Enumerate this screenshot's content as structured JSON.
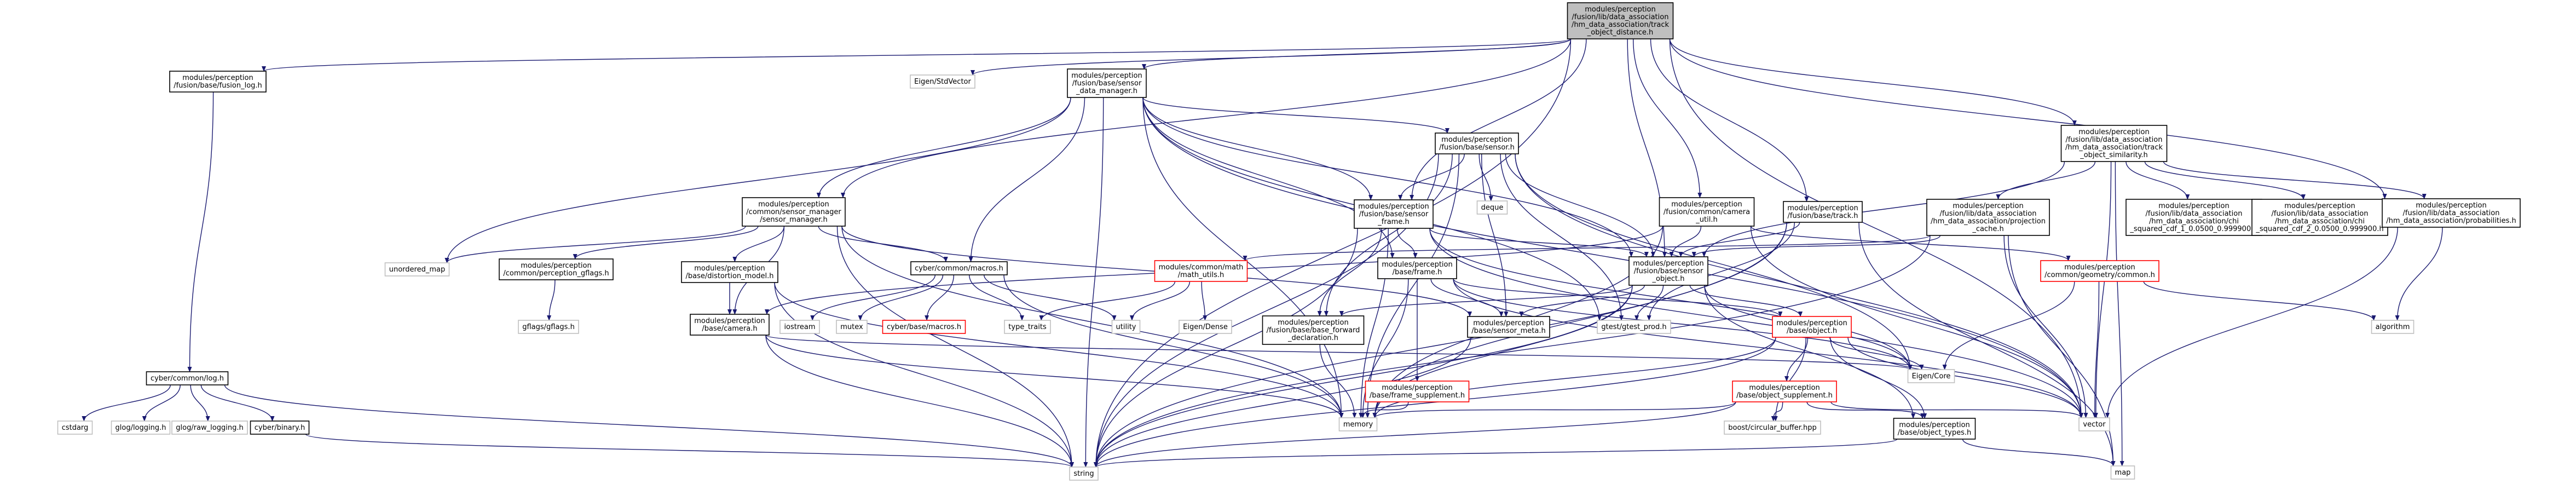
{
  "colors": {
    "edge": "#191970",
    "node_border": "#000000",
    "root_fill": "#bfbfbf",
    "missing_border": "#bfbfbf",
    "truncated_border": "#ff0000",
    "fill": "#ffffff"
  },
  "nodes": [
    {
      "id": "root",
      "kind": "root",
      "lines": [
        "modules/perception",
        "/fusion/lib/data_association",
        "/hm_data_association/track",
        "_object_distance.h"
      ]
    },
    {
      "id": "fusion_log",
      "kind": "normal",
      "lines": [
        "modules/perception",
        "/fusion/base/fusion_log.h"
      ]
    },
    {
      "id": "eigen_stdvector",
      "kind": "missing",
      "lines": [
        "Eigen/StdVector"
      ]
    },
    {
      "id": "sensor_data_manager",
      "kind": "normal",
      "lines": [
        "modules/perception",
        "/fusion/base/sensor",
        "_data_manager.h"
      ]
    },
    {
      "id": "track_object_similarity",
      "kind": "normal",
      "lines": [
        "modules/perception",
        "/fusion/lib/data_association",
        "/hm_data_association/track",
        "_object_similarity.h"
      ]
    },
    {
      "id": "sensor_h",
      "kind": "normal",
      "lines": [
        "modules/perception",
        "/fusion/base/sensor.h"
      ]
    },
    {
      "id": "deque",
      "kind": "missing",
      "lines": [
        "deque"
      ]
    },
    {
      "id": "camera_util",
      "kind": "normal",
      "lines": [
        "modules/perception",
        "/fusion/common/camera",
        "_util.h"
      ]
    },
    {
      "id": "track_h",
      "kind": "normal",
      "lines": [
        "modules/perception",
        "/fusion/base/track.h"
      ]
    },
    {
      "id": "projection_cache",
      "kind": "normal",
      "lines": [
        "modules/perception",
        "/fusion/lib/data_association",
        "/hm_data_association/projection",
        "_cache.h"
      ]
    },
    {
      "id": "chi_squared_1",
      "kind": "normal",
      "lines": [
        "modules/perception",
        "/fusion/lib/data_association",
        "/hm_data_association/chi",
        "_squared_cdf_1_0.0500_0.999900.h"
      ]
    },
    {
      "id": "chi_squared_2",
      "kind": "normal",
      "lines": [
        "modules/perception",
        "/fusion/lib/data_association",
        "/hm_data_association/chi",
        "_squared_cdf_2_0.0500_0.999900.h"
      ]
    },
    {
      "id": "probabilities",
      "kind": "normal",
      "lines": [
        "modules/perception",
        "/fusion/lib/data_association",
        "/hm_data_association/probabilities.h"
      ]
    },
    {
      "id": "sensor_manager",
      "kind": "normal",
      "lines": [
        "modules/perception",
        "/common/sensor_manager",
        "/sensor_manager.h"
      ]
    },
    {
      "id": "sensor_frame",
      "kind": "normal",
      "lines": [
        "modules/perception",
        "/fusion/base/sensor",
        "_frame.h"
      ]
    },
    {
      "id": "sensor_object",
      "kind": "normal",
      "lines": [
        "modules/perception",
        "/fusion/base/sensor",
        "_object.h"
      ]
    },
    {
      "id": "unordered_map",
      "kind": "missing",
      "lines": [
        "unordered_map"
      ]
    },
    {
      "id": "perception_gflags",
      "kind": "normal",
      "lines": [
        "modules/perception",
        "/common/perception_gflags.h"
      ]
    },
    {
      "id": "distortion_model",
      "kind": "normal",
      "lines": [
        "modules/perception",
        "/base/distortion_model.h"
      ]
    },
    {
      "id": "cyber_macros",
      "kind": "normal",
      "lines": [
        "cyber/common/macros.h"
      ]
    },
    {
      "id": "math_utils",
      "kind": "truncated",
      "lines": [
        "modules/common/math",
        "/math_utils.h"
      ]
    },
    {
      "id": "base_frame",
      "kind": "normal",
      "lines": [
        "modules/perception",
        "/base/frame.h"
      ]
    },
    {
      "id": "geometry_common",
      "kind": "truncated",
      "lines": [
        "modules/perception",
        "/common/geometry/common.h"
      ]
    },
    {
      "id": "algorithm",
      "kind": "missing",
      "lines": [
        "algorithm"
      ]
    },
    {
      "id": "gflags",
      "kind": "missing",
      "lines": [
        "gflags/gflags.h"
      ]
    },
    {
      "id": "base_camera",
      "kind": "normal",
      "lines": [
        "modules/perception",
        "/base/camera.h"
      ]
    },
    {
      "id": "iostream",
      "kind": "missing",
      "lines": [
        "iostream"
      ]
    },
    {
      "id": "mutex",
      "kind": "missing",
      "lines": [
        "mutex"
      ]
    },
    {
      "id": "cyber_base_macros",
      "kind": "truncated",
      "lines": [
        "cyber/base/macros.h"
      ]
    },
    {
      "id": "type_traits",
      "kind": "missing",
      "lines": [
        "type_traits"
      ]
    },
    {
      "id": "utility",
      "kind": "missing",
      "lines": [
        "utility"
      ]
    },
    {
      "id": "eigen_dense",
      "kind": "missing",
      "lines": [
        "Eigen/Dense"
      ]
    },
    {
      "id": "base_forward",
      "kind": "normal",
      "lines": [
        "modules/perception",
        "/fusion/base/base_forward",
        "_declaration.h"
      ]
    },
    {
      "id": "gtest_prod",
      "kind": "missing",
      "lines": [
        "gtest/gtest_prod.h"
      ]
    },
    {
      "id": "sensor_meta",
      "kind": "normal",
      "lines": [
        "modules/perception",
        "/base/sensor_meta.h"
      ]
    },
    {
      "id": "base_object",
      "kind": "truncated",
      "lines": [
        "modules/perception",
        "/base/object.h"
      ]
    },
    {
      "id": "cyber_log",
      "kind": "normal",
      "lines": [
        "cyber/common/log.h"
      ]
    },
    {
      "id": "frame_supplement",
      "kind": "truncated",
      "lines": [
        "modules/perception",
        "/base/frame_supplement.h"
      ]
    },
    {
      "id": "object_supplement",
      "kind": "truncated",
      "lines": [
        "modules/perception",
        "/base/object_supplement.h"
      ]
    },
    {
      "id": "eigen_core",
      "kind": "missing",
      "lines": [
        "Eigen/Core"
      ]
    },
    {
      "id": "vector",
      "kind": "missing",
      "lines": [
        "vector"
      ]
    },
    {
      "id": "memory",
      "kind": "missing",
      "lines": [
        "memory"
      ]
    },
    {
      "id": "boost_circular",
      "kind": "missing",
      "lines": [
        "boost/circular_buffer.hpp"
      ]
    },
    {
      "id": "object_types",
      "kind": "normal",
      "lines": [
        "modules/perception",
        "/base/object_types.h"
      ]
    },
    {
      "id": "cstdarg",
      "kind": "missing",
      "lines": [
        "cstdarg"
      ]
    },
    {
      "id": "glog_logging",
      "kind": "missing",
      "lines": [
        "glog/logging.h"
      ]
    },
    {
      "id": "glog_raw_logging",
      "kind": "missing",
      "lines": [
        "glog/raw_logging.h"
      ]
    },
    {
      "id": "cyber_binary",
      "kind": "normal",
      "lines": [
        "cyber/binary.h"
      ]
    },
    {
      "id": "map",
      "kind": "missing",
      "lines": [
        "map"
      ]
    },
    {
      "id": "string",
      "kind": "missing",
      "lines": [
        "string"
      ]
    }
  ],
  "edges": [
    [
      "root",
      "fusion_log"
    ],
    [
      "root",
      "eigen_stdvector"
    ],
    [
      "root",
      "sensor_data_manager"
    ],
    [
      "root",
      "track_object_similarity"
    ],
    [
      "root",
      "sensor_frame"
    ],
    [
      "root",
      "sensor_manager"
    ],
    [
      "root",
      "camera_util"
    ],
    [
      "root",
      "track_h"
    ],
    [
      "root",
      "sensor_object"
    ],
    [
      "root",
      "probabilities"
    ],
    [
      "root",
      "vector"
    ],
    [
      "root",
      "string"
    ],
    [
      "fusion_log",
      "cyber_log"
    ],
    [
      "sensor_data_manager",
      "sensor_h"
    ],
    [
      "sensor_data_manager",
      "sensor_manager"
    ],
    [
      "sensor_data_manager",
      "sensor_frame"
    ],
    [
      "sensor_data_manager",
      "cyber_macros"
    ],
    [
      "sensor_data_manager",
      "base_frame"
    ],
    [
      "sensor_data_manager",
      "unordered_map"
    ],
    [
      "sensor_data_manager",
      "memory"
    ],
    [
      "sensor_data_manager",
      "string"
    ],
    [
      "sensor_data_manager",
      "gtest_prod"
    ],
    [
      "sensor_data_manager",
      "sensor_object"
    ],
    [
      "sensor_data_manager",
      "vector"
    ],
    [
      "sensor_h",
      "sensor_frame"
    ],
    [
      "sensor_h",
      "deque"
    ],
    [
      "sensor_h",
      "base_forward"
    ],
    [
      "sensor_h",
      "sensor_meta"
    ],
    [
      "sensor_h",
      "memory"
    ],
    [
      "sensor_h",
      "string"
    ],
    [
      "sensor_h",
      "gtest_prod"
    ],
    [
      "sensor_h",
      "vector"
    ],
    [
      "sensor_h",
      "eigen_core"
    ],
    [
      "sensor_h",
      "sensor_object"
    ],
    [
      "track_object_similarity",
      "projection_cache"
    ],
    [
      "track_object_similarity",
      "chi_squared_1"
    ],
    [
      "track_object_similarity",
      "chi_squared_2"
    ],
    [
      "track_object_similarity",
      "probabilities"
    ],
    [
      "track_object_similarity",
      "sensor_object"
    ],
    [
      "track_object_similarity",
      "vector"
    ],
    [
      "track_object_similarity",
      "map"
    ],
    [
      "projection_cache",
      "sensor_object"
    ],
    [
      "projection_cache",
      "math_utils"
    ],
    [
      "projection_cache",
      "string"
    ],
    [
      "projection_cache",
      "vector"
    ],
    [
      "projection_cache",
      "map"
    ],
    [
      "probabilities",
      "algorithm"
    ],
    [
      "probabilities",
      "vector"
    ],
    [
      "camera_util",
      "sensor_object"
    ],
    [
      "camera_util",
      "base_camera"
    ],
    [
      "camera_util",
      "geometry_common"
    ],
    [
      "camera_util",
      "memory"
    ],
    [
      "camera_util",
      "vector"
    ],
    [
      "track_h",
      "sensor_object"
    ],
    [
      "track_h",
      "gtest_prod"
    ],
    [
      "track_h",
      "memory"
    ],
    [
      "track_h",
      "string"
    ],
    [
      "track_h",
      "map"
    ],
    [
      "sensor_manager",
      "perception_gflags"
    ],
    [
      "sensor_manager",
      "distortion_model"
    ],
    [
      "sensor_manager",
      "cyber_macros"
    ],
    [
      "sensor_manager",
      "base_camera"
    ],
    [
      "sensor_manager",
      "sensor_meta"
    ],
    [
      "sensor_manager",
      "unordered_map"
    ],
    [
      "sensor_manager",
      "memory"
    ],
    [
      "sensor_manager",
      "string"
    ],
    [
      "perception_gflags",
      "gflags"
    ],
    [
      "distortion_model",
      "base_camera"
    ],
    [
      "distortion_model",
      "memory"
    ],
    [
      "distortion_model",
      "string"
    ],
    [
      "base_camera",
      "eigen_core"
    ],
    [
      "base_camera",
      "memory"
    ],
    [
      "base_camera",
      "string"
    ],
    [
      "cyber_macros",
      "iostream"
    ],
    [
      "cyber_macros",
      "mutex"
    ],
    [
      "cyber_macros",
      "cyber_base_macros"
    ],
    [
      "cyber_macros",
      "type_traits"
    ],
    [
      "cyber_macros",
      "utility"
    ],
    [
      "cyber_macros",
      "memory"
    ],
    [
      "math_utils",
      "utility"
    ],
    [
      "math_utils",
      "eigen_dense"
    ],
    [
      "math_utils",
      "type_traits"
    ],
    [
      "sensor_frame",
      "base_frame"
    ],
    [
      "sensor_frame",
      "base_forward"
    ],
    [
      "sensor_frame",
      "sensor_object"
    ],
    [
      "sensor_frame",
      "memory"
    ],
    [
      "sensor_frame",
      "string"
    ],
    [
      "sensor_frame",
      "vector"
    ],
    [
      "sensor_frame",
      "eigen_core"
    ],
    [
      "base_frame",
      "frame_supplement"
    ],
    [
      "base_frame",
      "base_object"
    ],
    [
      "base_frame",
      "sensor_meta"
    ],
    [
      "base_frame",
      "memory"
    ],
    [
      "base_frame",
      "vector"
    ],
    [
      "base_frame",
      "eigen_core"
    ],
    [
      "sensor_object",
      "base_forward"
    ],
    [
      "sensor_object",
      "base_object"
    ],
    [
      "sensor_object",
      "sensor_meta"
    ],
    [
      "sensor_object",
      "object_types"
    ],
    [
      "sensor_object",
      "memory"
    ],
    [
      "sensor_object",
      "string"
    ],
    [
      "sensor_object",
      "gtest_prod"
    ],
    [
      "sensor_object",
      "eigen_core"
    ],
    [
      "base_forward",
      "memory"
    ],
    [
      "sensor_meta",
      "string"
    ],
    [
      "geometry_common",
      "algorithm"
    ],
    [
      "geometry_common",
      "vector"
    ],
    [
      "geometry_common",
      "eigen_core"
    ],
    [
      "frame_supplement",
      "memory"
    ],
    [
      "base_object",
      "object_supplement"
    ],
    [
      "base_object",
      "object_types"
    ],
    [
      "base_object",
      "eigen_core"
    ],
    [
      "base_object",
      "boost_circular"
    ],
    [
      "base_object",
      "memory"
    ],
    [
      "base_object",
      "vector"
    ],
    [
      "base_object",
      "string"
    ],
    [
      "object_supplement",
      "object_types"
    ],
    [
      "object_supplement",
      "boost_circular"
    ],
    [
      "object_supplement",
      "memory"
    ],
    [
      "object_supplement",
      "vector"
    ],
    [
      "object_supplement",
      "string"
    ],
    [
      "object_types",
      "map"
    ],
    [
      "object_types",
      "string"
    ],
    [
      "cyber_log",
      "cstdarg"
    ],
    [
      "cyber_log",
      "glog_logging"
    ],
    [
      "cyber_log",
      "glog_raw_logging"
    ],
    [
      "cyber_log",
      "cyber_binary"
    ],
    [
      "cyber_log",
      "string"
    ],
    [
      "cyber_binary",
      "string"
    ]
  ]
}
